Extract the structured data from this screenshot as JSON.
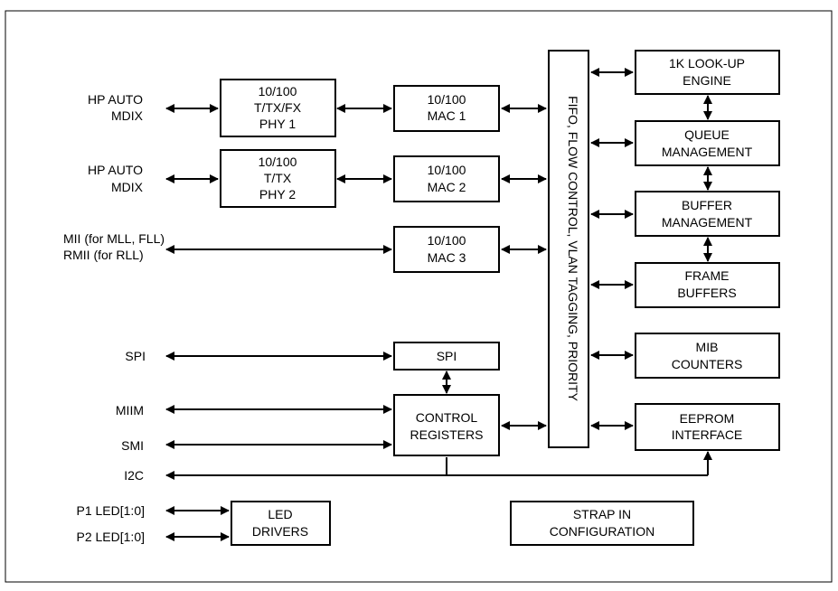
{
  "blocks": {
    "phy1": [
      "10/100",
      "T/TX/FX",
      "PHY 1"
    ],
    "phy2": [
      "10/100",
      "T/TX",
      "PHY 2"
    ],
    "mac1": [
      "10/100",
      "MAC 1"
    ],
    "mac2": [
      "10/100",
      "MAC 2"
    ],
    "mac3": [
      "10/100",
      "MAC 3"
    ],
    "spi": [
      "SPI"
    ],
    "control_registers": [
      "CONTROL",
      "REGISTERS"
    ],
    "led_drivers": [
      "LED",
      "DRIVERS"
    ],
    "strap_in": [
      "STRAP IN",
      "CONFIGURATION"
    ],
    "fifo": "FIFO, FLOW CONTROL, VLAN TAGGING, PRIORITY",
    "lookup": [
      "1K LOOK-UP",
      "ENGINE"
    ],
    "queue": [
      "QUEUE",
      "MANAGEMENT"
    ],
    "buffer": [
      "BUFFER",
      "MANAGEMENT"
    ],
    "frame_buffers": [
      "FRAME",
      "BUFFERS"
    ],
    "mib": [
      "MIB",
      "COUNTERS"
    ],
    "eeprom": [
      "EEPROM",
      "INTERFACE"
    ]
  },
  "signals": {
    "port1": [
      "HP AUTO",
      "MDIX"
    ],
    "port2": [
      "HP AUTO",
      "MDIX"
    ],
    "mii": [
      "MII (for MLL, FLL)",
      "RMII (for RLL)"
    ],
    "spi": "SPI",
    "miim": "MIIM",
    "smi": "SMI",
    "i2c": "I2C",
    "p1_led": "P1 LED[1:0]",
    "p2_led": "P2 LED[1:0]"
  }
}
